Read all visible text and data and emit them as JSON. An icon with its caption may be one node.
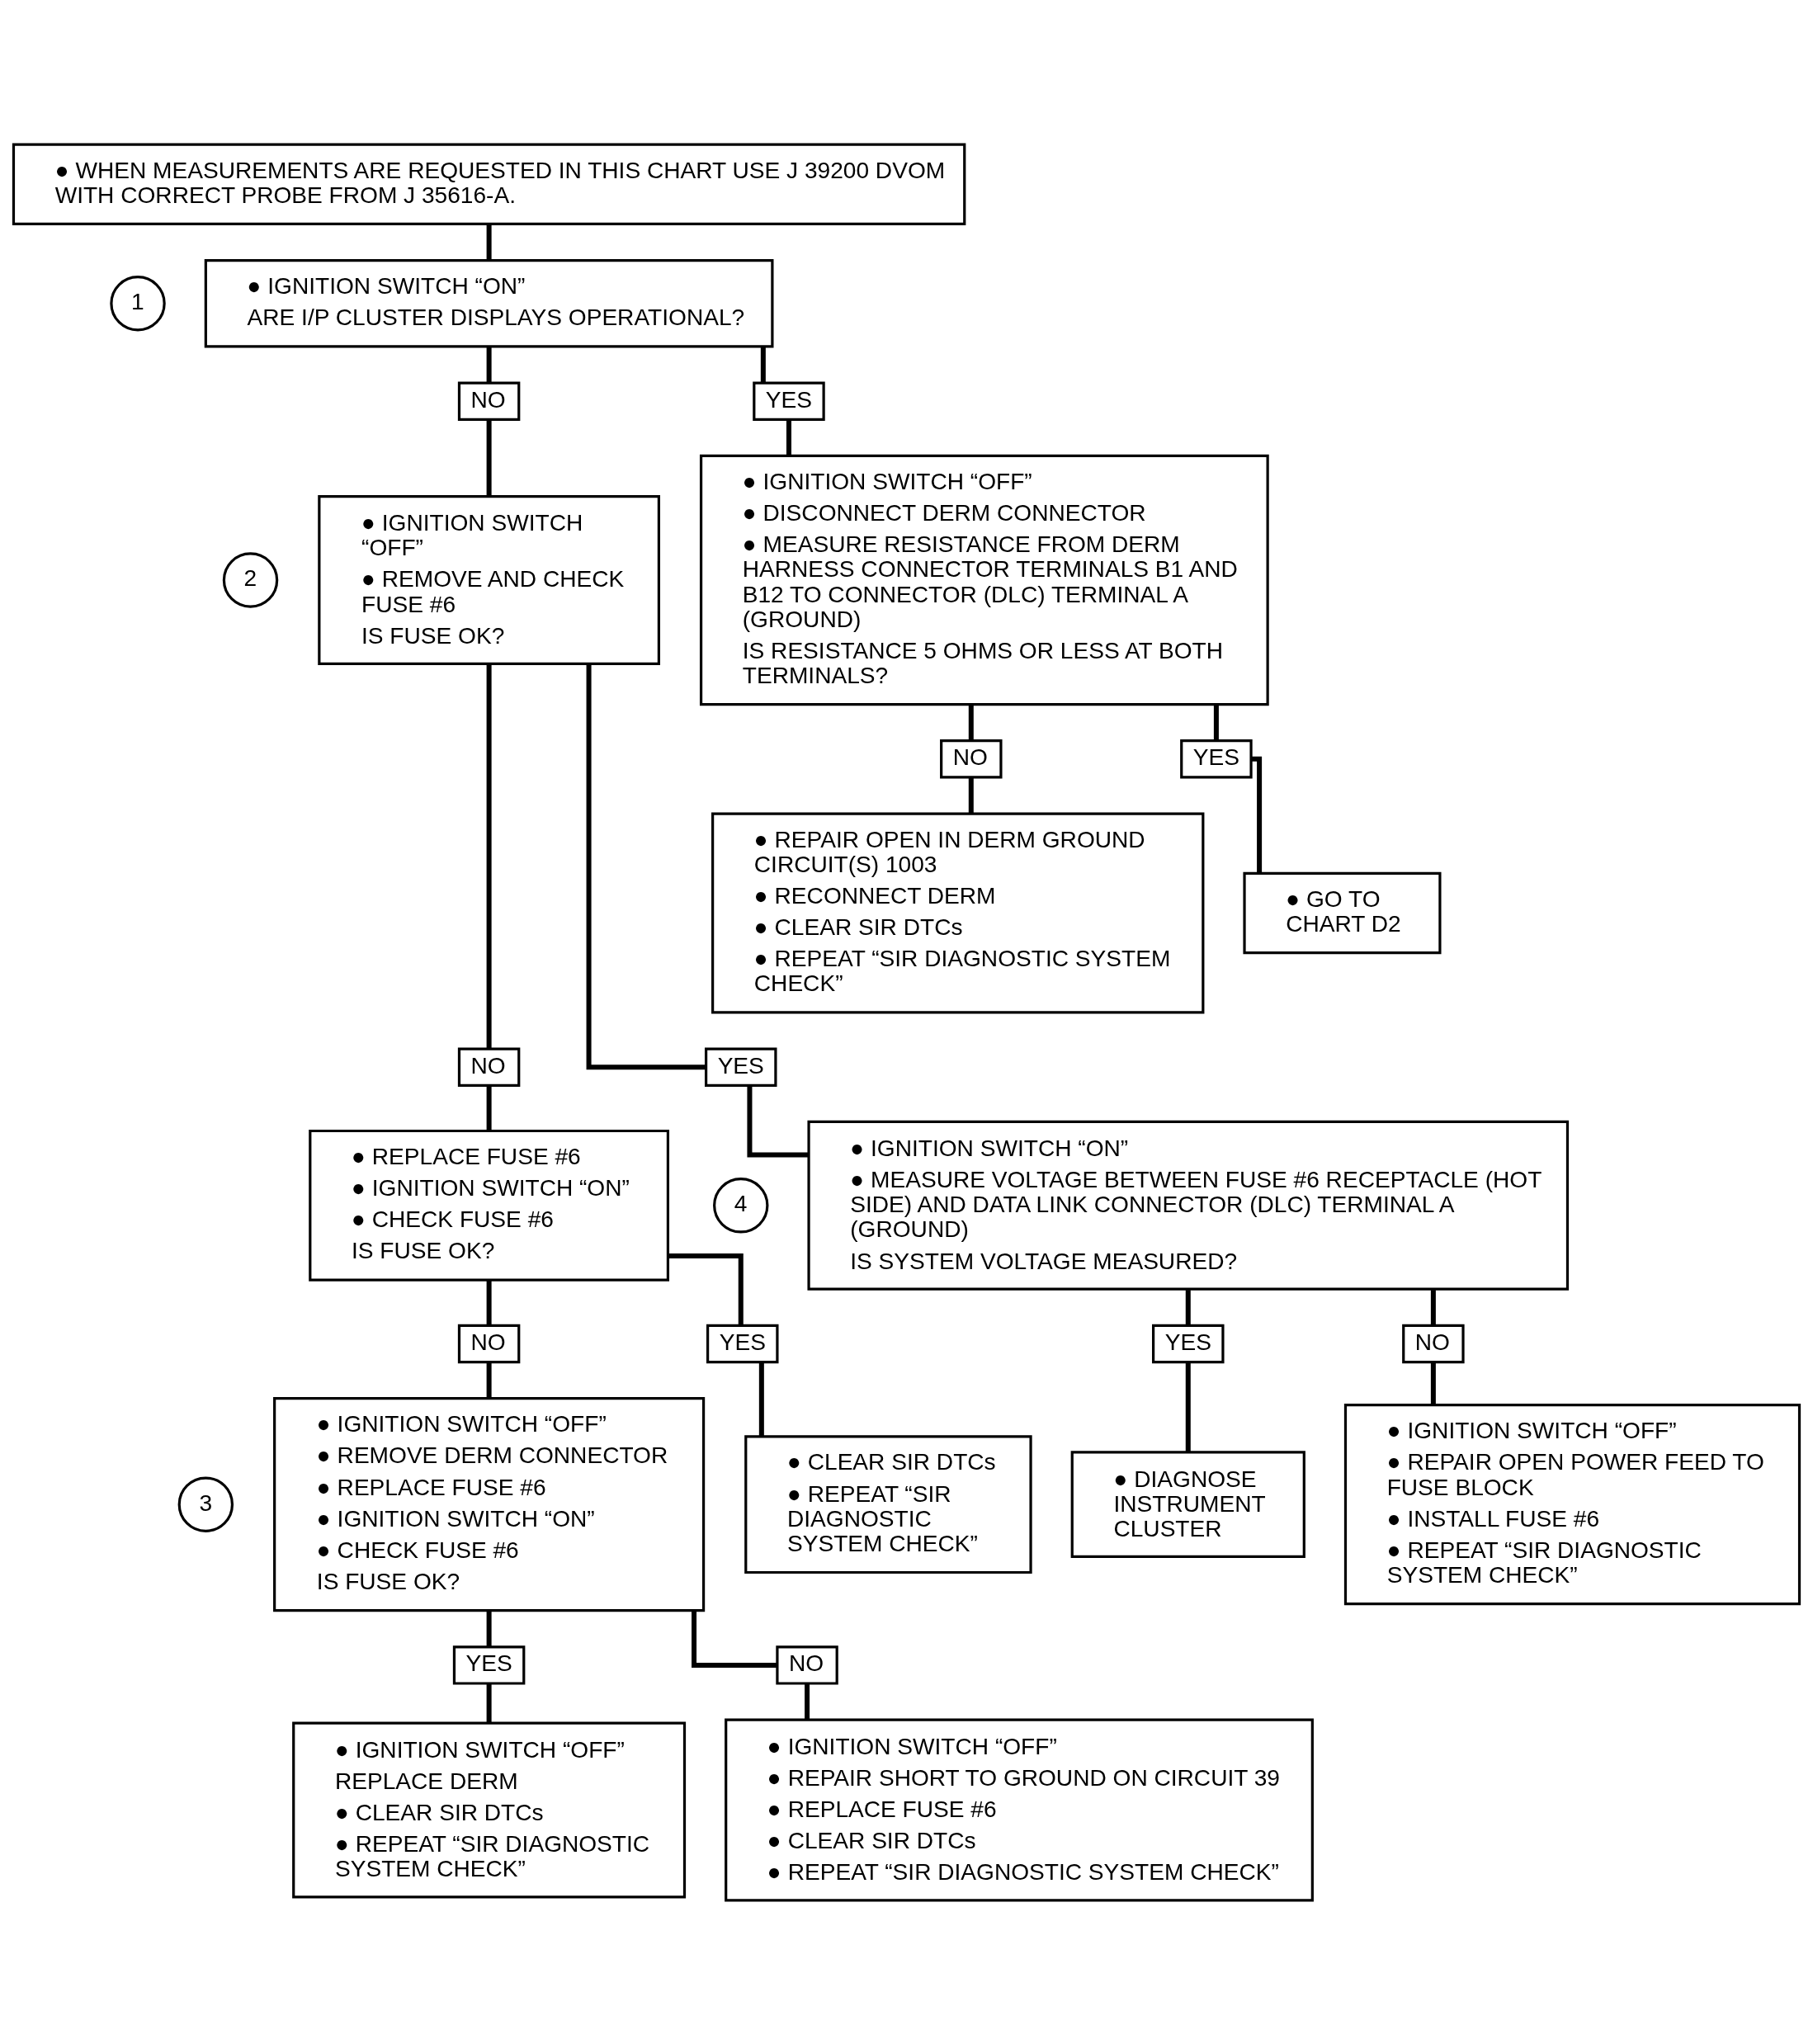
{
  "diagram": {
    "nodes": [
      {
        "text": [
          "● WHEN MEASUREMENTS ARE REQUESTED IN THIS CHART USE J 39200 DVOM WITH CORRECT PROBE FROM J 35616-A."
        ]
      },
      {
        "text": [
          "1"
        ]
      },
      {
        "text": [
          "● IGNITION SWITCH “ON”",
          "ARE I/P CLUSTER DISPLAYS OPERATIONAL?"
        ]
      },
      {
        "text": [
          "NO"
        ]
      },
      {
        "text": [
          "YES"
        ]
      },
      {
        "text": [
          "2"
        ]
      },
      {
        "text": [
          "● IGNITION SWITCH “OFF”",
          "● REMOVE AND CHECK FUSE #6",
          "IS FUSE OK?"
        ]
      },
      {
        "text": [
          "● IGNITION SWITCH “OFF”",
          "● DISCONNECT DERM CONNECTOR",
          "● MEASURE RESISTANCE FROM DERM HARNESS CONNECTOR TERMINALS B1 AND B12 TO CONNECTOR (DLC) TERMINAL A (GROUND)",
          "IS RESISTANCE 5 OHMS OR LESS AT BOTH TERMINALS?"
        ]
      },
      {
        "text": [
          "NO"
        ]
      },
      {
        "text": [
          "YES"
        ]
      },
      {
        "text": [
          "● REPAIR OPEN IN DERM GROUND CIRCUIT(S) 1003",
          "● RECONNECT DERM",
          "● CLEAR SIR DTCs",
          "● REPEAT “SIR DIAGNOSTIC SYSTEM CHECK”"
        ]
      },
      {
        "text": [
          "● GO TO CHART D2"
        ]
      },
      {
        "text": [
          "NO"
        ]
      },
      {
        "text": [
          "YES"
        ]
      },
      {
        "text": [
          "● REPLACE FUSE #6",
          "● IGNITION SWITCH “ON”",
          "● CHECK FUSE #6",
          "IS FUSE OK?"
        ]
      },
      {
        "text": [
          "4"
        ]
      },
      {
        "text": [
          "● IGNITION SWITCH “ON”",
          "● MEASURE VOLTAGE BETWEEN FUSE #6 RECEPTACLE (HOT SIDE) AND DATA LINK CONNECTOR (DLC) TERMINAL A (GROUND)",
          "IS SYSTEM VOLTAGE MEASURED?"
        ]
      },
      {
        "text": [
          "YES"
        ]
      },
      {
        "text": [
          "NO"
        ]
      },
      {
        "text": [
          "NO"
        ]
      },
      {
        "text": [
          "YES"
        ]
      },
      {
        "text": [
          "3"
        ]
      },
      {
        "text": [
          "● IGNITION SWITCH “OFF”",
          "● REMOVE DERM CONNECTOR",
          "● REPLACE FUSE #6",
          "● IGNITION SWITCH “ON”",
          "● CHECK FUSE #6",
          "IS FUSE OK?"
        ]
      },
      {
        "text": [
          "● CLEAR SIR DTCs",
          "● REPEAT “SIR DIAGNOSTIC SYSTEM CHECK”"
        ]
      },
      {
        "text": [
          "● DIAGNOSE INSTRUMENT CLUSTER"
        ]
      },
      {
        "text": [
          "● IGNITION SWITCH “OFF”",
          "● REPAIR OPEN POWER FEED TO FUSE BLOCK",
          "● INSTALL FUSE #6",
          "● REPEAT “SIR DIAGNOSTIC SYSTEM CHECK”"
        ]
      },
      {
        "text": [
          "YES"
        ]
      },
      {
        "text": [
          "NO"
        ]
      },
      {
        "text": [
          "● IGNITION SWITCH “OFF”",
          "REPLACE DERM",
          "● CLEAR SIR DTCs",
          "● REPEAT “SIR DIAGNOSTIC SYSTEM CHECK”"
        ]
      },
      {
        "text": [
          "● IGNITION SWITCH “OFF”",
          "● REPAIR SHORT TO GROUND ON CIRCUIT 39",
          "● REPLACE FUSE #6",
          "● CLEAR SIR DTCs",
          "● REPEAT “SIR DIAGNOSTIC SYSTEM CHECK”"
        ]
      }
    ],
    "edges": [
      {
        "from": 0,
        "to": 2,
        "arrow": "none"
      },
      {
        "from": 2,
        "to": 3,
        "arrow": "none"
      },
      {
        "from": 2,
        "to": 4,
        "arrow": "none"
      },
      {
        "from": 3,
        "to": 6,
        "arrow": "none"
      },
      {
        "from": 4,
        "to": 7,
        "arrow": "none"
      },
      {
        "from": 7,
        "to": 8,
        "arrow": "none"
      },
      {
        "from": 7,
        "to": 9,
        "arrow": "none"
      },
      {
        "from": 8,
        "to": 10,
        "arrow": "none"
      },
      {
        "from": 9,
        "to": 11,
        "arrow": "none"
      },
      {
        "from": 6,
        "to": 12,
        "arrow": "none"
      },
      {
        "from": 6,
        "to": 13,
        "arrow": "none"
      },
      {
        "from": 12,
        "to": 14,
        "arrow": "none"
      },
      {
        "from": 13,
        "to": 16,
        "arrow": "none"
      },
      {
        "from": 16,
        "to": 17,
        "arrow": "none"
      },
      {
        "from": 16,
        "to": 18,
        "arrow": "none"
      },
      {
        "from": 17,
        "to": 24,
        "arrow": "none"
      },
      {
        "from": 18,
        "to": 25,
        "arrow": "none"
      },
      {
        "from": 14,
        "to": 19,
        "arrow": "none"
      },
      {
        "from": 14,
        "to": 20,
        "arrow": "none"
      },
      {
        "from": 19,
        "to": 22,
        "arrow": "none"
      },
      {
        "from": 20,
        "to": 23,
        "arrow": "none"
      },
      {
        "from": 22,
        "to": 26,
        "arrow": "none"
      },
      {
        "from": 22,
        "to": 27,
        "arrow": "none"
      },
      {
        "from": 26,
        "to": 28,
        "arrow": "none"
      },
      {
        "from": 27,
        "to": 29,
        "arrow": "none"
      }
    ]
  }
}
